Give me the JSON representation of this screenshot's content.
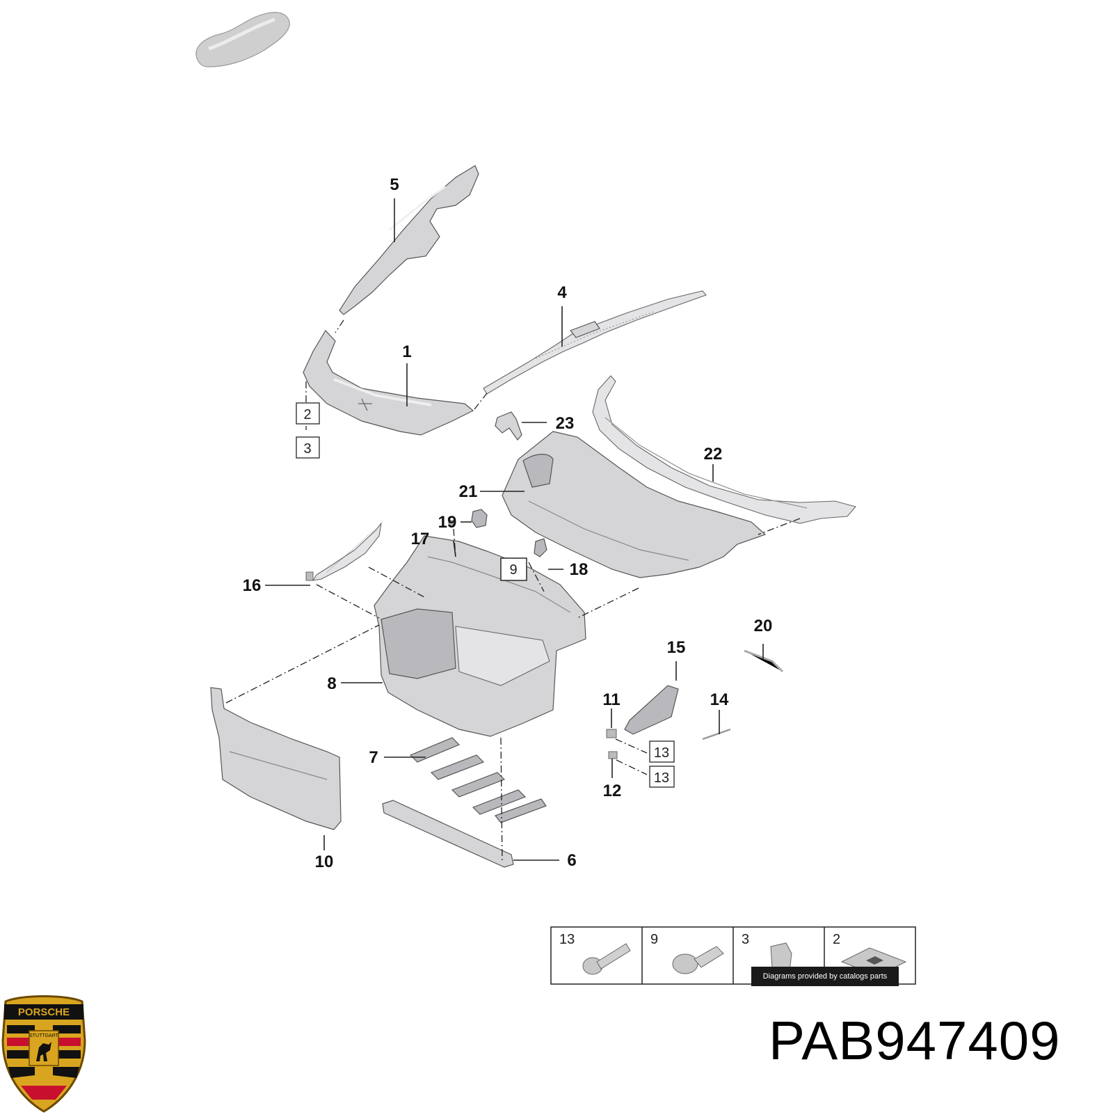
{
  "callouts": {
    "c1": "1",
    "c4": "4",
    "c5": "5",
    "c6": "6",
    "c7": "7",
    "c8": "8",
    "c10": "10",
    "c11": "11",
    "c12": "12",
    "c14": "14",
    "c15": "15",
    "c16": "16",
    "c17": "17",
    "c18": "18",
    "c19": "19",
    "c20": "20",
    "c21": "21",
    "c22": "22",
    "c23": "23"
  },
  "boxed_callouts": {
    "b2": "2",
    "b3": "3",
    "b9": "9",
    "b13a": "13",
    "b13b": "13"
  },
  "legend": {
    "items": [
      {
        "number": "13",
        "icon": "bolt-screw-icon"
      },
      {
        "number": "9",
        "icon": "push-rivet-icon"
      },
      {
        "number": "3",
        "icon": "clip-nut-icon"
      },
      {
        "number": "2",
        "icon": "adhesive-pad-icon"
      }
    ],
    "credit": "Diagrams provided by catalogs parts"
  },
  "logo": {
    "text_top": "PORSCHE",
    "text_center": "STUTTGART",
    "colors": {
      "gold": "#d9a520",
      "red": "#c8102e",
      "black": "#111111"
    }
  },
  "part_number": "PAB947409"
}
